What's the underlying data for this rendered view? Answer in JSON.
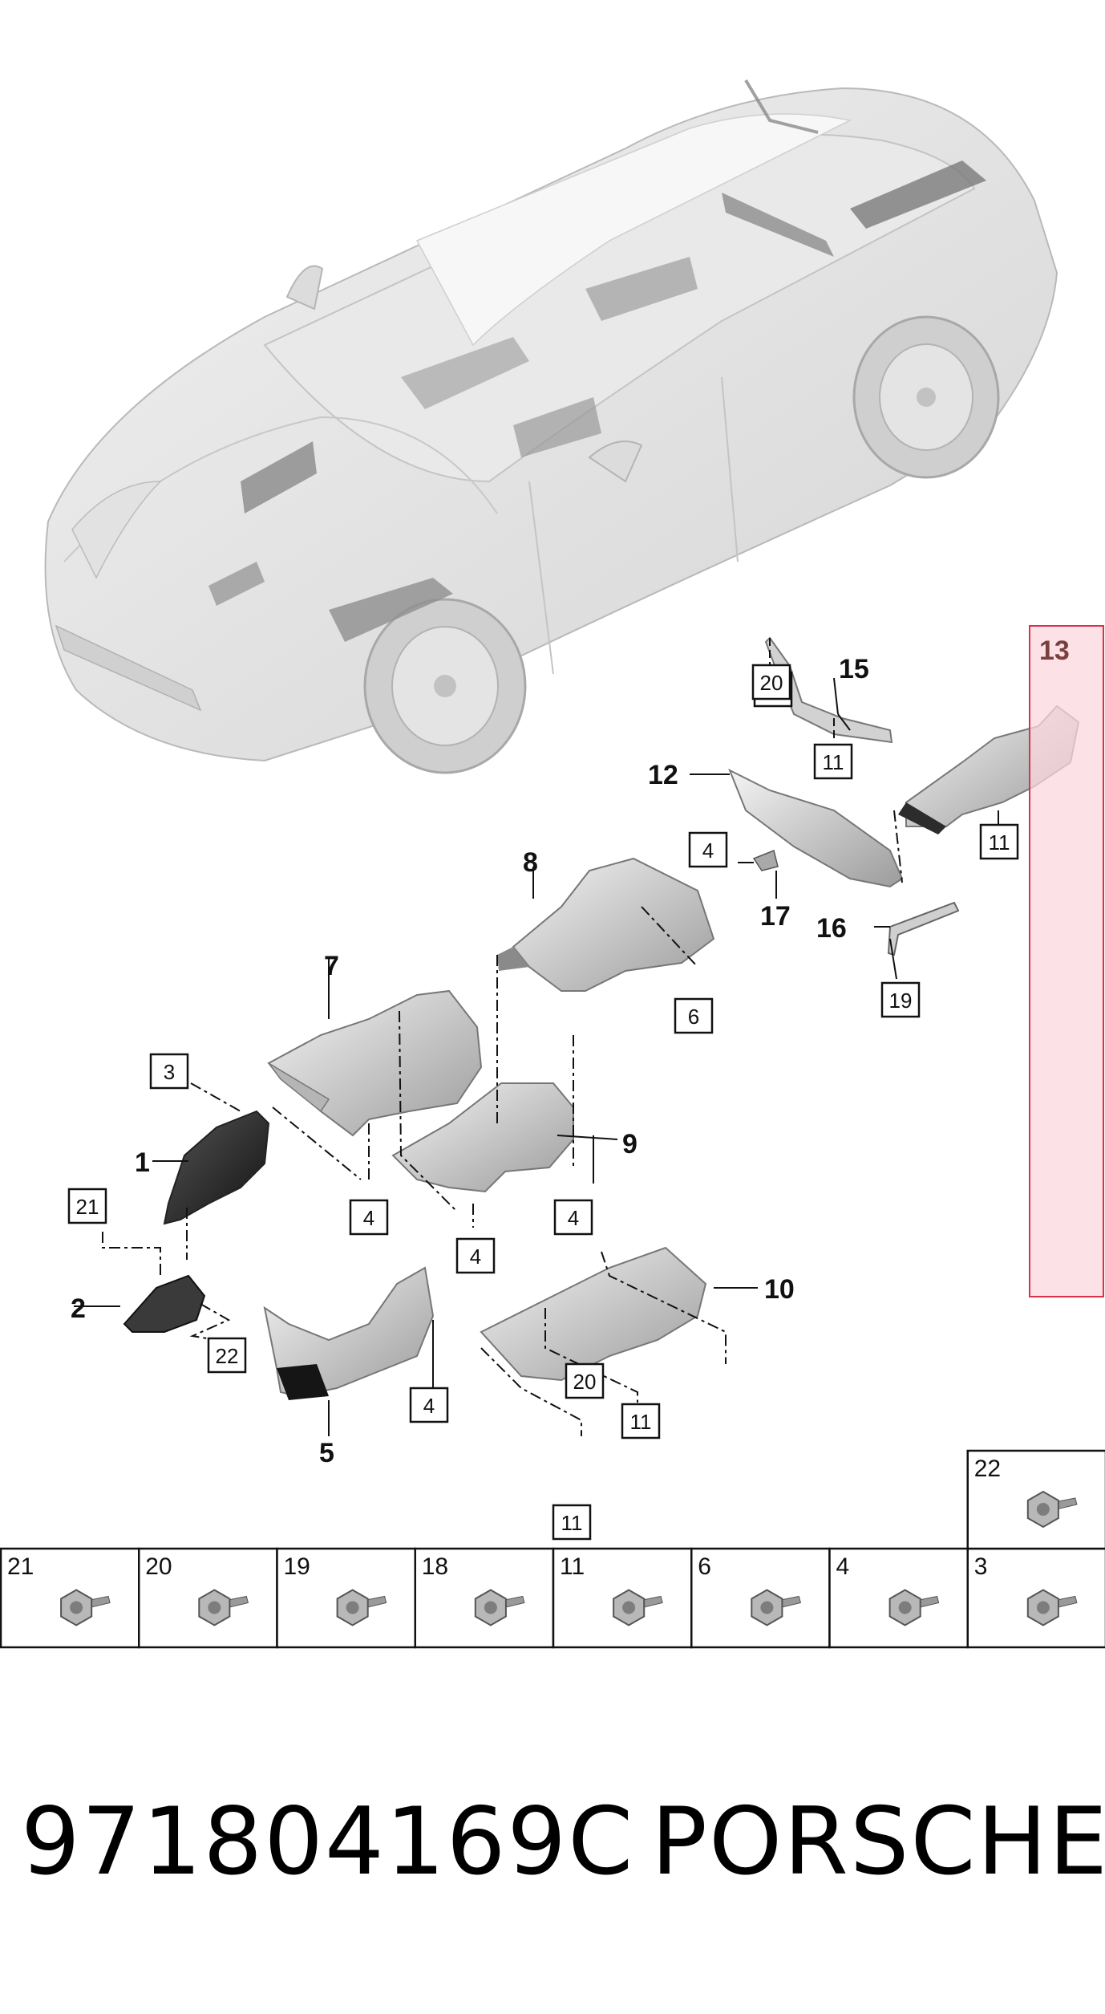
{
  "part_callouts": [
    {
      "id": "c1",
      "label": "1"
    },
    {
      "id": "c2",
      "label": "2"
    },
    {
      "id": "c5",
      "label": "5"
    },
    {
      "id": "c7",
      "label": "7"
    },
    {
      "id": "c8",
      "label": "8"
    },
    {
      "id": "c9",
      "label": "9"
    },
    {
      "id": "c10",
      "label": "10"
    },
    {
      "id": "c12",
      "label": "12"
    },
    {
      "id": "c15",
      "label": "15"
    },
    {
      "id": "c16",
      "label": "16"
    },
    {
      "id": "c17",
      "label": "17"
    }
  ],
  "highlighted_part": {
    "label": "13",
    "color": "#fbd7de",
    "border_color": "#d9324a"
  },
  "boxed_callouts": [
    "3",
    "21",
    "22",
    "4",
    "4",
    "4",
    "4",
    "11",
    "20",
    "11",
    "20",
    "11",
    "6",
    "4",
    "11",
    "20",
    "19"
  ],
  "hardware_tiles": {
    "top_row": [
      "22"
    ],
    "bottom_row": [
      "21",
      "20",
      "19",
      "18",
      "11",
      "6",
      "4",
      "3"
    ]
  },
  "footer": {
    "part_number": "971804169C",
    "brand": "PORSCHE"
  }
}
